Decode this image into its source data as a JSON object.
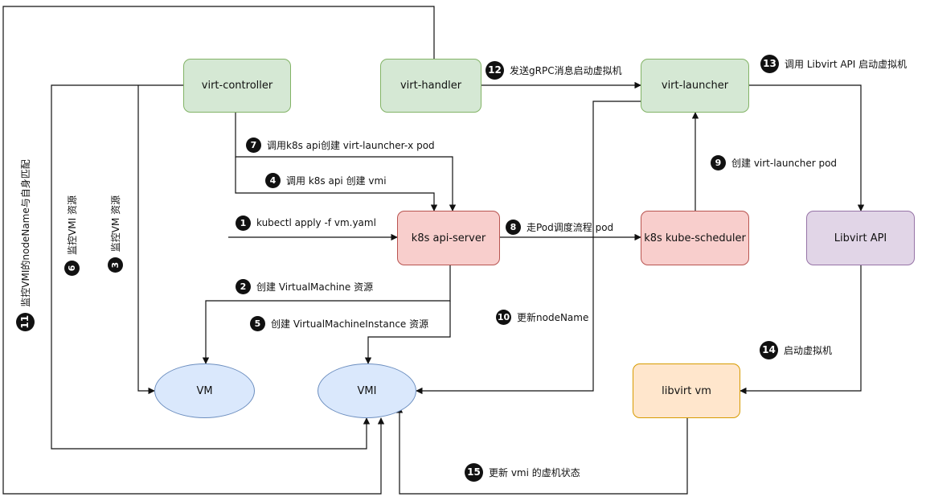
{
  "nodes": {
    "virt_controller": "virt-controller",
    "virt_handler": "virt-handler",
    "virt_launcher": "virt-launcher",
    "api_server": "k8s api-server",
    "kube_scheduler": "k8s kube-scheduler",
    "libvirt_api": "Libvirt API",
    "vm": "VM",
    "vmi": "VMI",
    "libvirt_vm": "libvirt vm"
  },
  "steps": [
    {
      "num": "1",
      "text": "kubectl apply -f vm.yaml"
    },
    {
      "num": "2",
      "text": "创建 VirtualMachine 资源"
    },
    {
      "num": "3",
      "text": "监控VM 资源"
    },
    {
      "num": "4",
      "text": "调用 k8s api 创建 vmi"
    },
    {
      "num": "5",
      "text": "创建 VirtualMachineInstance 资源"
    },
    {
      "num": "6",
      "text": "监控VMI 资源"
    },
    {
      "num": "7",
      "text": "调用k8s api创建 virt-launcher-x pod"
    },
    {
      "num": "8",
      "text": "走Pod调度流程 pod"
    },
    {
      "num": "9",
      "text": "创建 virt-launcher pod"
    },
    {
      "num": "10",
      "text": "更新nodeName"
    },
    {
      "num": "11",
      "text": "监控VMI的nodeName与自身匹配"
    },
    {
      "num": "12",
      "text": "发送gRPC消息启动虚拟机"
    },
    {
      "num": "13",
      "text": "调用 Libvirt API 启动虚拟机"
    },
    {
      "num": "14",
      "text": "启动虚拟机"
    },
    {
      "num": "15",
      "text": "更新 vmi 的虚机状态"
    }
  ]
}
